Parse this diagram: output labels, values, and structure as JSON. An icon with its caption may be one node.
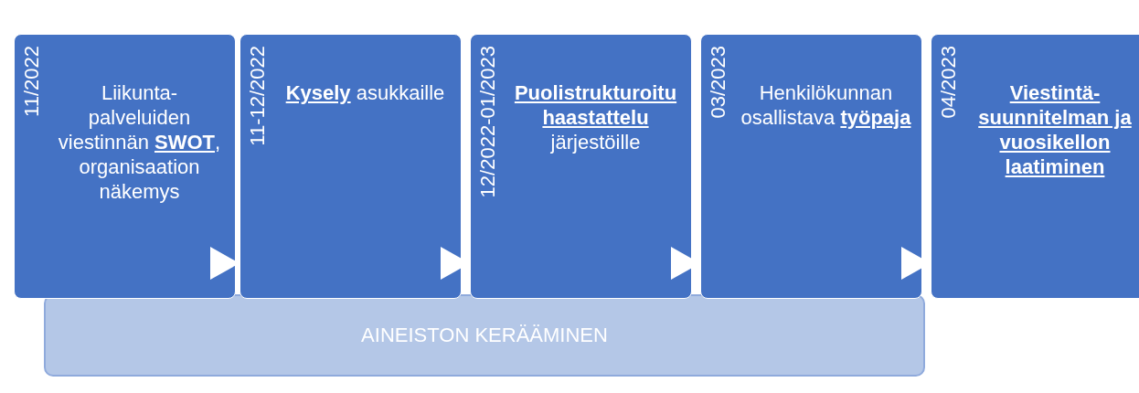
{
  "diagram": {
    "nodes": [
      {
        "text": [
          "11/2022",
          "Liikunta-palveluiden viestinnän **SWOT**, organisaation näkemys"
        ]
      },
      {
        "text": [
          "11-12/2022",
          "**Kysely** asukkaille"
        ]
      },
      {
        "text": [
          "12/2022-01/2023",
          "**Puolistrukturoitu haastattelu** järjestöille"
        ]
      },
      {
        "text": [
          "03/2023",
          "Henkilökunnan osallistava **työpaja**"
        ]
      },
      {
        "text": [
          "04/2023",
          "**Viestintä-suunnitelman ja vuosikellon laatiminen**"
        ]
      },
      {
        "text": [
          "AINEISTON KERÄÄMINEN"
        ]
      }
    ],
    "edges": [
      {
        "from": 0,
        "to": 1,
        "arrow": "to"
      },
      {
        "from": 1,
        "to": 2,
        "arrow": "to"
      },
      {
        "from": 2,
        "to": 3,
        "arrow": "to"
      },
      {
        "from": 3,
        "to": 4,
        "arrow": "to"
      }
    ]
  }
}
